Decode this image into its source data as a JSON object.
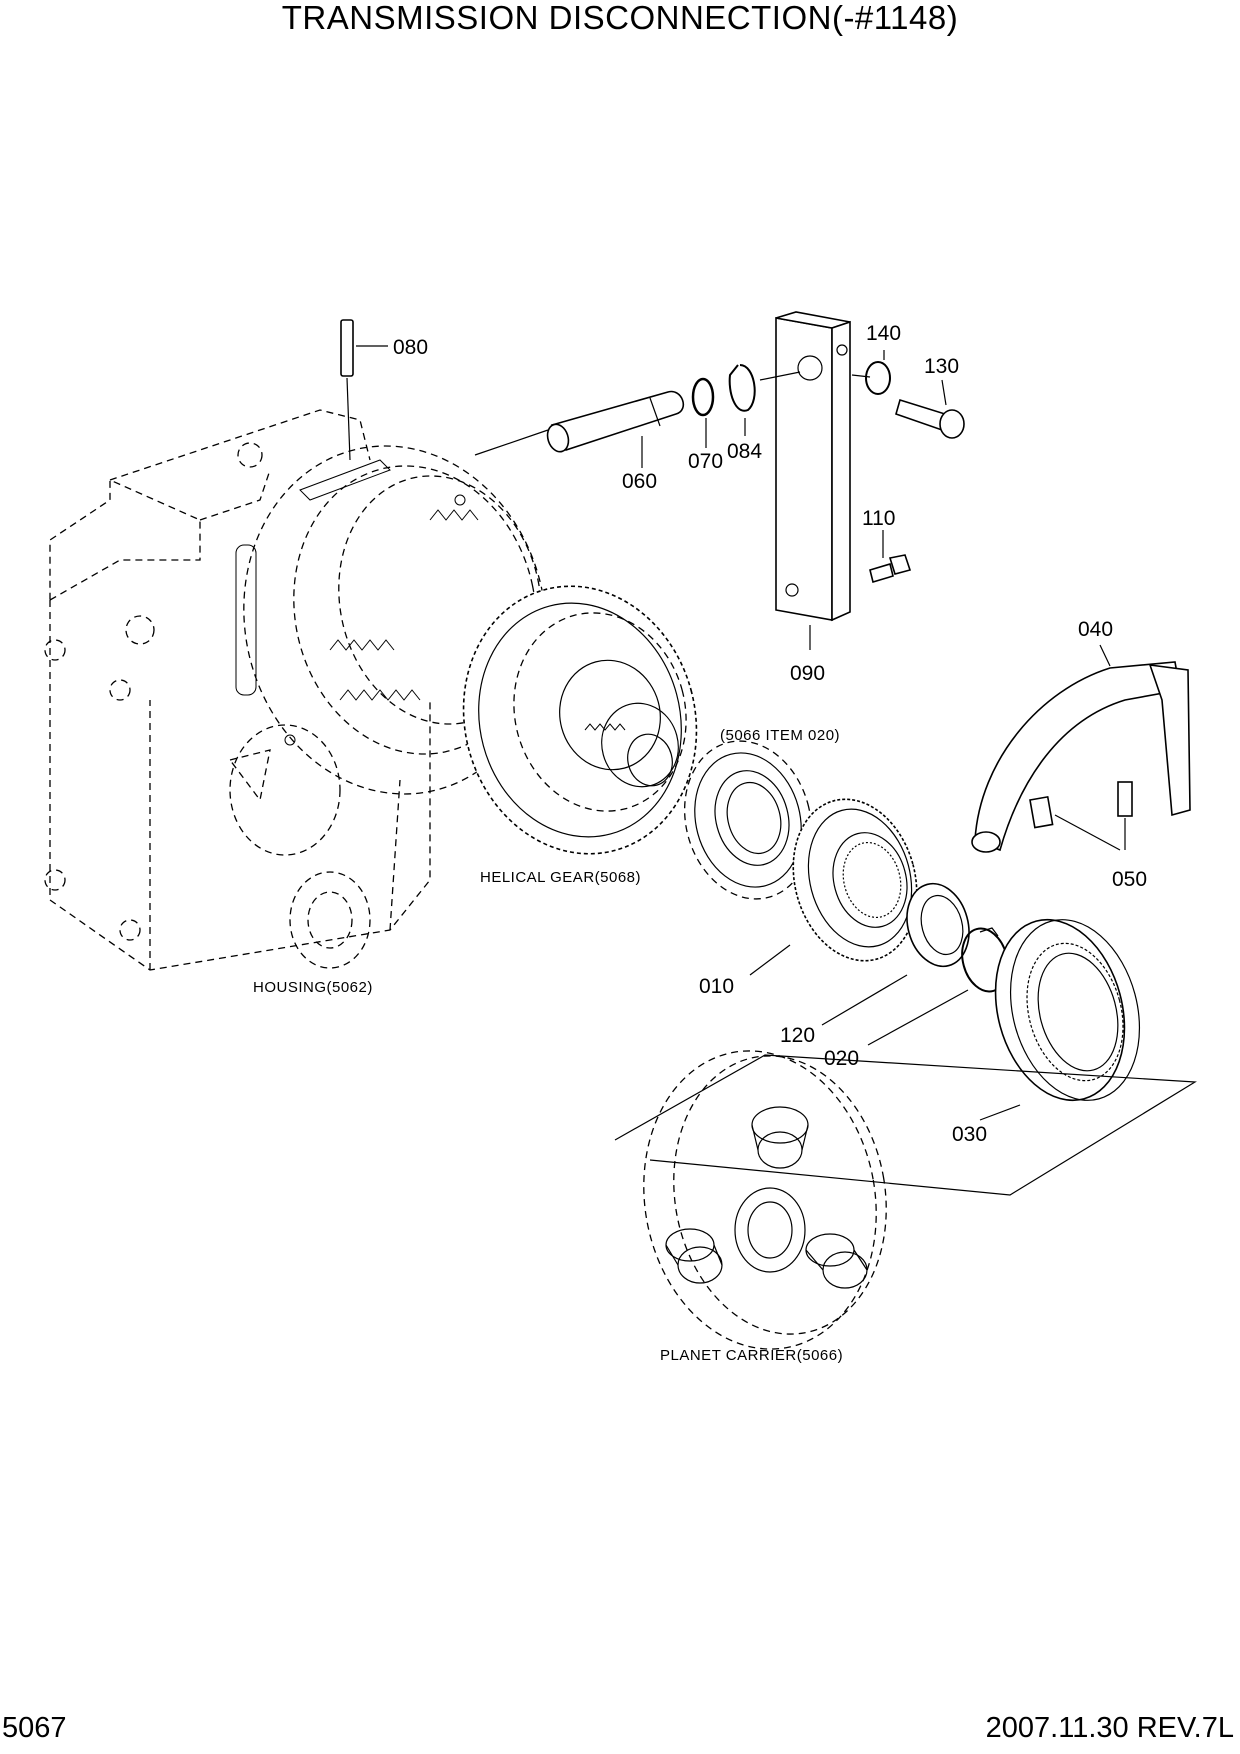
{
  "title": "TRANSMISSION DISCONNECTION(-#1148)",
  "footer": {
    "page": "5067",
    "date_rev": "2007.11.30  REV.7L"
  },
  "parts": {
    "p010": "010",
    "p020": "020",
    "p030": "030",
    "p040": "040",
    "p050": "050",
    "p060": "060",
    "p070": "070",
    "p080": "080",
    "p084": "084",
    "p090": "090",
    "p110": "110",
    "p120": "120",
    "p130": "130",
    "p140": "140"
  },
  "labels": {
    "housing": "HOUSING(5062)",
    "helical_gear": "HELICAL GEAR(5068)",
    "planet_carrier": "PLANET CARRIER(5066)",
    "item_ref": "(5066 ITEM 020)"
  }
}
